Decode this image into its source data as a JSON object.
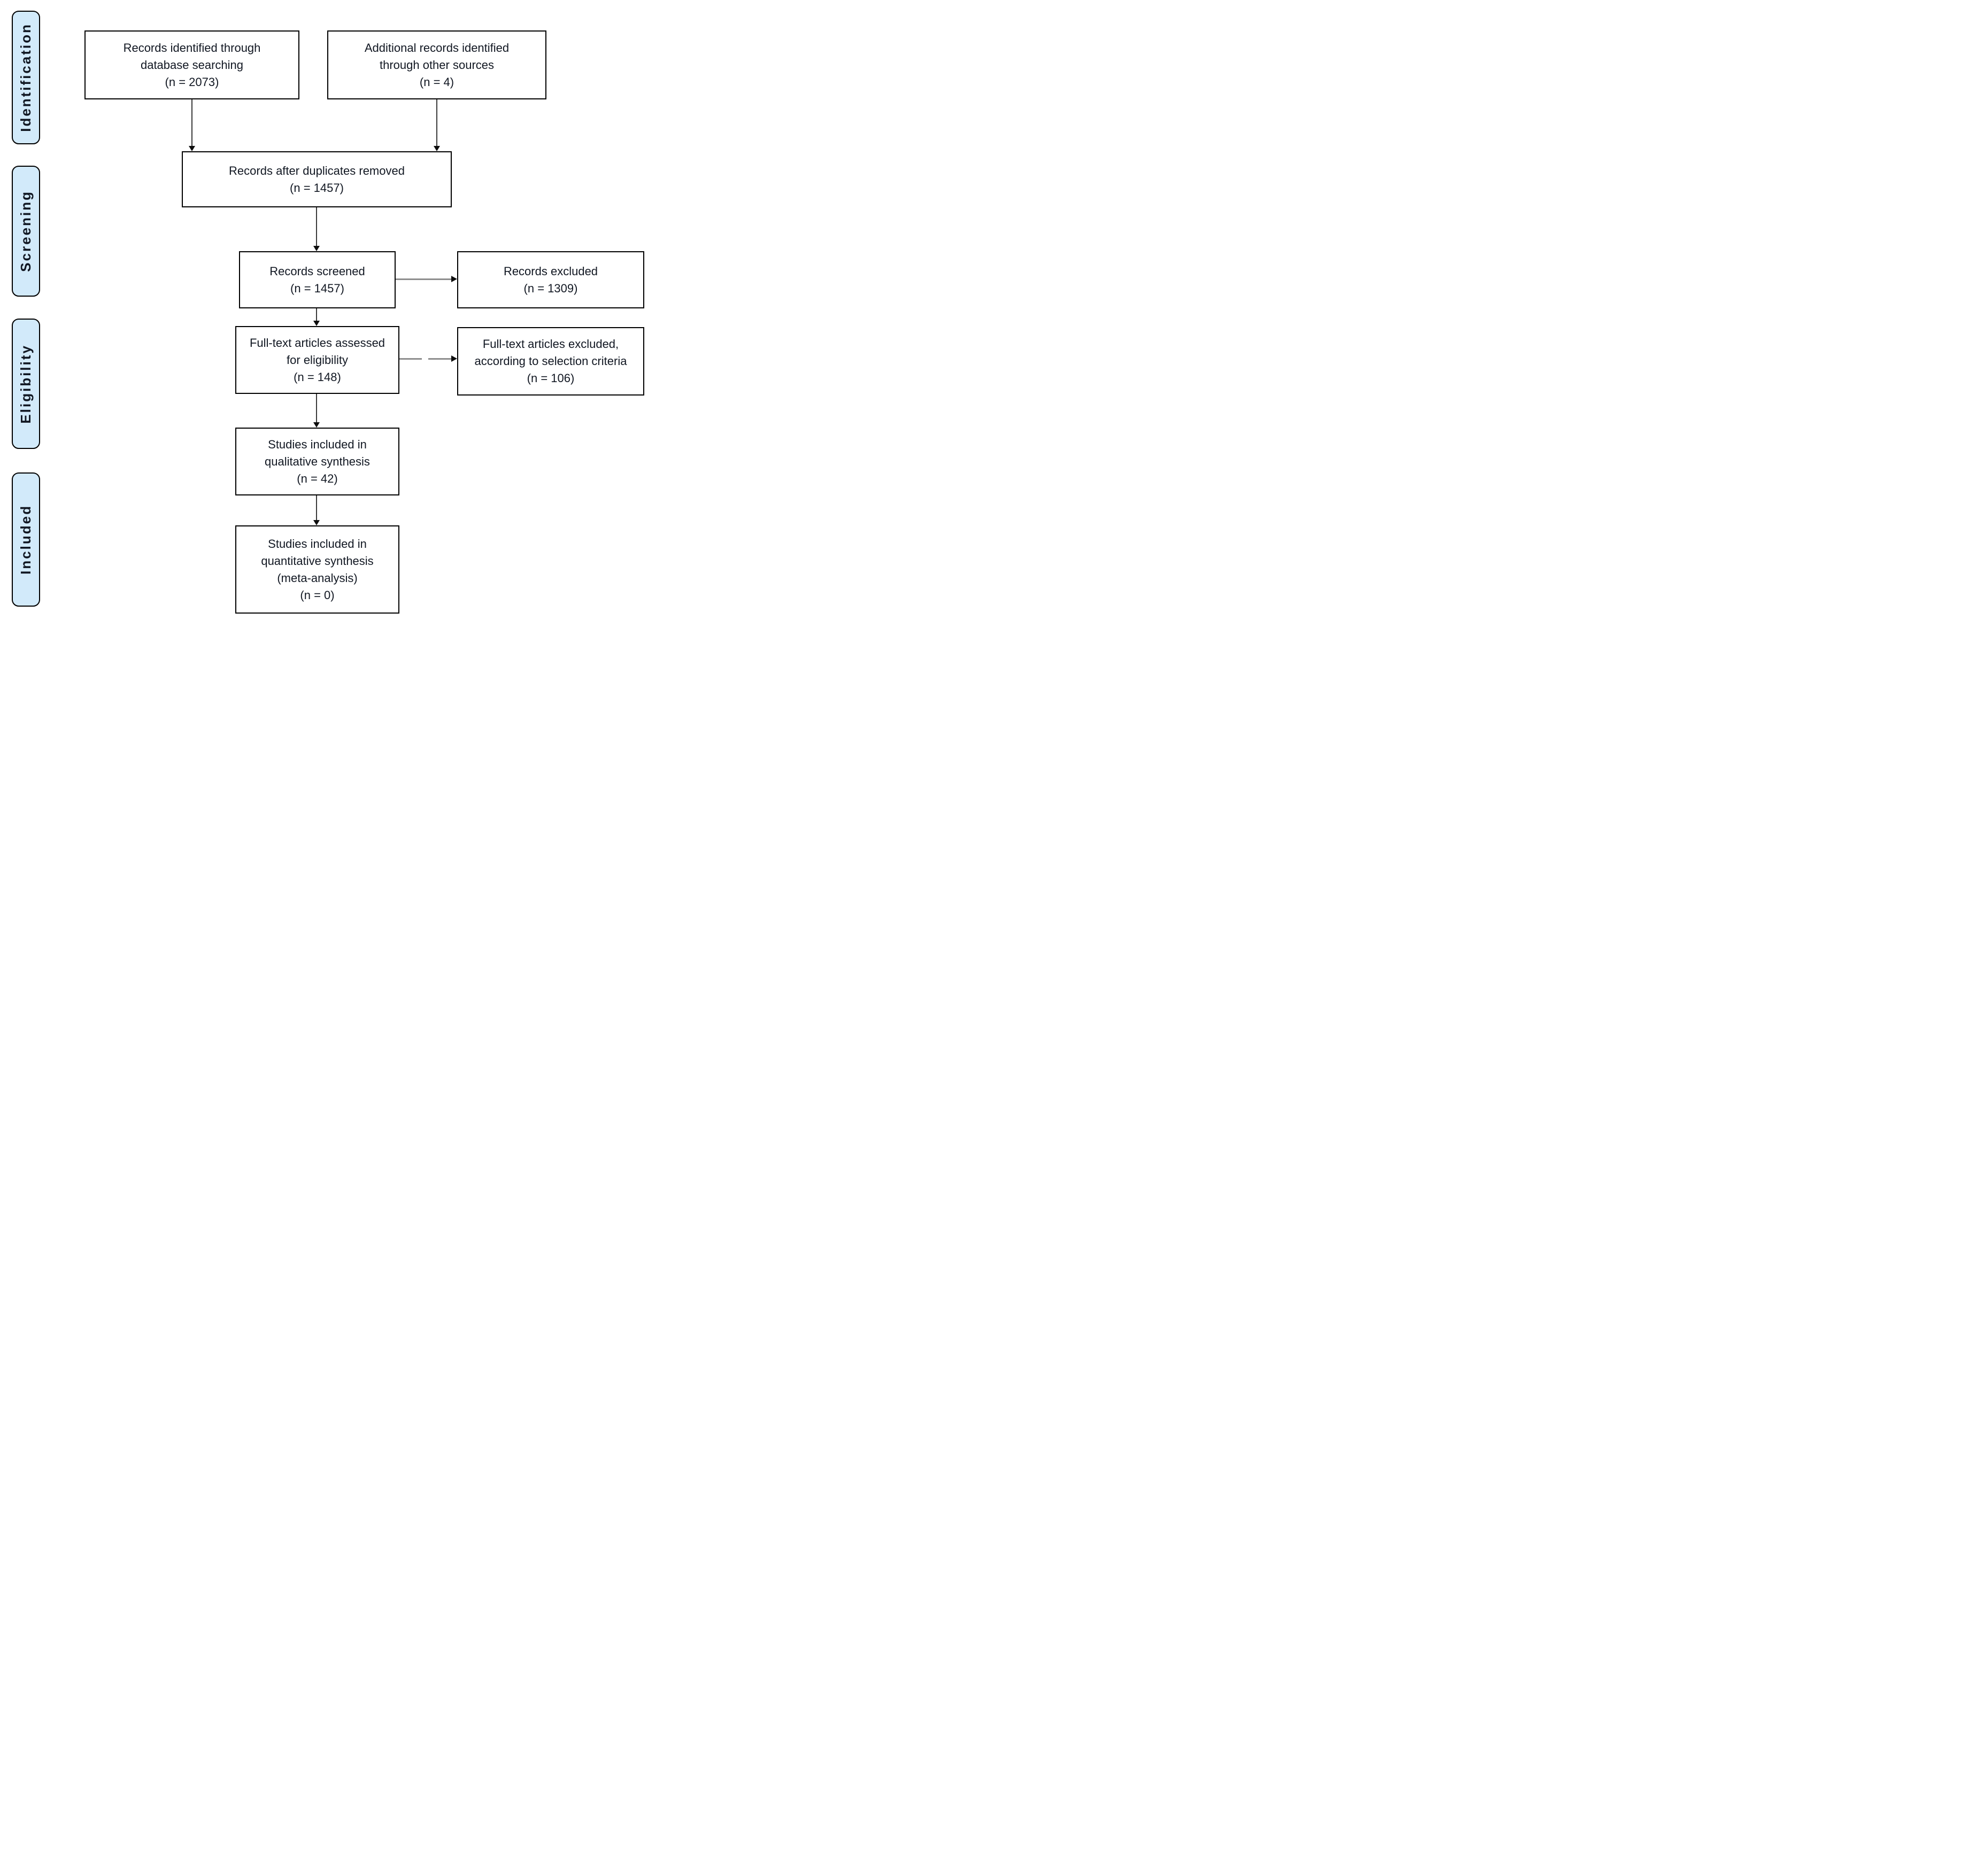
{
  "colors": {
    "stage_fill": "#d2eafa",
    "stage_border": "#000000",
    "node_border": "#000000",
    "text": "#111722",
    "line": "#3a3a3a",
    "gray_connector": "#8e8e8e",
    "arrowhead": "#0d0d0d",
    "page_bg": "#ffffff"
  },
  "stages": [
    {
      "label": "Identification"
    },
    {
      "label": "Screening"
    },
    {
      "label": "Eligibility"
    },
    {
      "label": "Included"
    }
  ],
  "nodes": {
    "records_identified": {
      "text": "Records identified through\ndatabase searching\n(n = 2073)"
    },
    "additional_records": {
      "text": "Additional records identified\nthrough other sources\n(n = 4)"
    },
    "after_duplicates": {
      "text": "Records after duplicates removed\n(n = 1457)"
    },
    "records_screened": {
      "text": "Records screened\n(n = 1457)"
    },
    "records_excluded": {
      "text": "Records excluded\n(n = 1309)"
    },
    "fulltext_assessed": {
      "text": "Full-text articles assessed\nfor eligibility\n(n = 148)"
    },
    "fulltext_excluded": {
      "text": "Full-text articles excluded,\naccording to selection criteria\n(n =  106)"
    },
    "qualitative_synthesis": {
      "text": "Studies included in\nqualitative synthesis\n(n = 42)"
    },
    "quantitative_synthesis": {
      "text": "Studies included in\nquantitative synthesis\n(meta-analysis)\n(n = 0)"
    }
  },
  "edges": [
    {
      "from": "records_identified",
      "to": "after_duplicates",
      "direction": "down",
      "style": "solid"
    },
    {
      "from": "additional_records",
      "to": "after_duplicates",
      "direction": "down",
      "style": "solid"
    },
    {
      "from": "after_duplicates",
      "to": "records_screened",
      "direction": "down",
      "style": "solid"
    },
    {
      "from": "records_screened",
      "to": "records_excluded",
      "direction": "right",
      "style": "solid-gray"
    },
    {
      "from": "records_screened",
      "to": "fulltext_assessed",
      "direction": "down",
      "style": "solid"
    },
    {
      "from": "fulltext_assessed",
      "to": "fulltext_excluded",
      "direction": "right",
      "style": "dashed-gray"
    },
    {
      "from": "fulltext_assessed",
      "to": "qualitative_synthesis",
      "direction": "down",
      "style": "solid"
    },
    {
      "from": "qualitative_synthesis",
      "to": "quantitative_synthesis",
      "direction": "down",
      "style": "solid"
    }
  ]
}
